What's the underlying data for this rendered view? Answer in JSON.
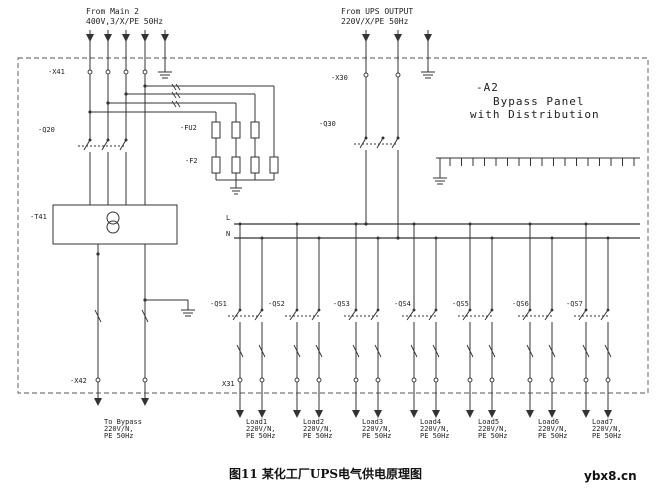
{
  "diagram": {
    "supply_left": [
      "From Main 2",
      "400V,3/X/PE 50Hz"
    ],
    "supply_right": [
      "From UPS OUTPUT",
      "220V/X/PE 50Hz"
    ],
    "panel_title": [
      "-A2",
      "Bypass Panel",
      "with Distribution"
    ],
    "bus_l": "L",
    "bus_n": "N",
    "tags": {
      "x41": "-X41",
      "x30": "-X30",
      "q20": "-Q20",
      "q30": "-Q30",
      "fu2": "-FU2",
      "f2": "-F2",
      "t41": "-T41",
      "x42": "-X42",
      "x31": "X31"
    },
    "breakers": [
      "-QS1",
      "-QS2",
      "-QS3",
      "-QS4",
      "-QS5",
      "-QS6",
      "-QS7"
    ],
    "outputs": [
      {
        "name": "To Bypass",
        "spec": "220V/N,",
        "extra": "PE 50Hz"
      },
      {
        "name": "Load1",
        "spec": "220V/N,",
        "extra": "PE 50Hz"
      },
      {
        "name": "Load2",
        "spec": "220V/N,",
        "extra": "PE 50Hz"
      },
      {
        "name": "Load3",
        "spec": "220V/N,",
        "extra": "PE 50Hz"
      },
      {
        "name": "Load4",
        "spec": "220V/N,",
        "extra": "PE 50Hz"
      },
      {
        "name": "Load5",
        "spec": "220V/N,",
        "extra": "PE 50Hz"
      },
      {
        "name": "Load6",
        "spec": "220V/N,",
        "extra": "PE 50Hz"
      },
      {
        "name": "Load7",
        "spec": "220V/N,",
        "extra": "PE 50Hz"
      }
    ],
    "caption": "图11  某化工厂UPS电气供电原理图",
    "watermark": "ybx8.cn"
  }
}
